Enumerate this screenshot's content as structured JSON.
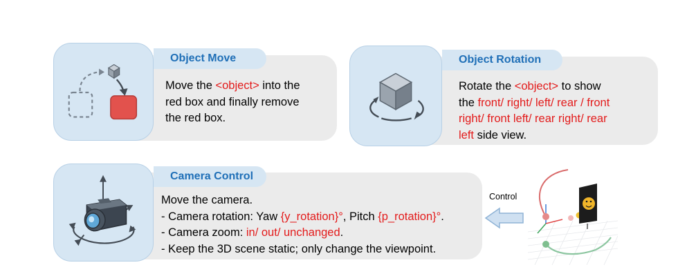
{
  "panels": {
    "move": {
      "title": "Object Move",
      "line1": [
        "Move the ",
        "<object>",
        " into the"
      ],
      "line2": "red box and finally remove",
      "line3": "the red box."
    },
    "rotation": {
      "title": "Object Rotation",
      "line1": [
        "Rotate the ",
        "<object>",
        " to show"
      ],
      "line2": [
        "the ",
        "front/ right/ left/ rear / front"
      ],
      "line3": "right/ front left/ rear right/ rear",
      "line4": [
        "left",
        " side view."
      ]
    },
    "camera": {
      "title": "Camera Control",
      "line1": "Move the camera.",
      "line2": [
        "- Camera rotation: Yaw ",
        "{y_rotation}°",
        ", Pitch ",
        "{p_rotation}°",
        "."
      ],
      "line3": [
        "- Camera zoom: ",
        "in/ out/ unchanged",
        "."
      ],
      "line4": "- Keep the 3D scene static; only change the viewpoint."
    }
  },
  "control_label": "Control",
  "icons": {
    "move": "cube-move-icon",
    "rotation": "cube-rotate-icon",
    "camera": "camera-orbit-icon",
    "scene": "3d-scene-illustration"
  },
  "colors": {
    "accent_blue": "#1f6fb7",
    "highlight_red": "#e31b1b",
    "panel_bg": "#ebebeb",
    "icon_bg": "#d6e6f3"
  }
}
